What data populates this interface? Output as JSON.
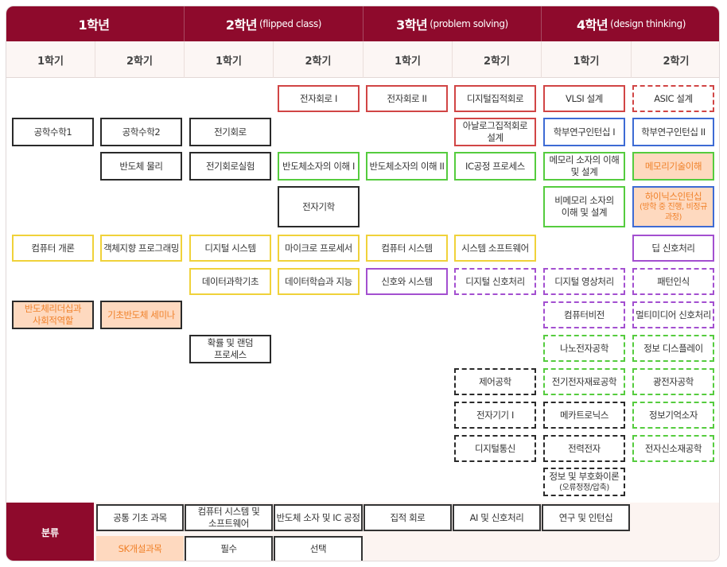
{
  "years": [
    {
      "name": "1학년",
      "sub": ""
    },
    {
      "name": "2학년",
      "sub": "(flipped class)"
    },
    {
      "name": "3학년",
      "sub": "(problem solving)"
    },
    {
      "name": "4학년",
      "sub": "(design thinking)"
    }
  ],
  "semesters": [
    "1학기",
    "2학기",
    "1학기",
    "2학기",
    "1학기",
    "2학기",
    "1학기",
    "2학기"
  ],
  "courses": {
    "c_math1": "공학수학1",
    "c_math2": "공학수학2",
    "c_semi_phys": "반도체 물리",
    "c_comp_intro": "컴퓨터 개론",
    "c_oop": "객체지향 프로그래밍",
    "c_leader1": "반도체리더십과",
    "c_leader2": "사회적역할",
    "c_seminar": "기초반도체 세미나",
    "c_elec1": "전자회로 I",
    "c_circuit": "전기회로",
    "c_circuit_lab": "전기회로실험",
    "c_device1": "반도체소자의 이해 I",
    "c_emag": "전자기학",
    "c_digital_sys": "디지털 시스템",
    "c_micro": "마이크로 프로세서",
    "c_datasci": "데이터과학기초",
    "c_datalearn": "데이터학습과 지능",
    "c_prob1": "확률 및 랜덤",
    "c_prob2": "프로세스",
    "c_elec2": "전자회로 II",
    "c_dic": "디지털집적회로",
    "c_analog1": "아날로그집적회로",
    "c_analog2": "설계",
    "c_device2": "반도체소자의 이해 II",
    "c_icproc": "IC공정 프로세스",
    "c_comp_sys": "컴퓨터 시스템",
    "c_sys_sw": "시스템 소프트웨어",
    "c_signal_sys": "신호와 시스템",
    "c_dsp": "디지털 신호처리",
    "c_control": "제어공학",
    "c_elecmach": "전자기기 I",
    "c_digicomm": "디지털통신",
    "c_vlsi": "VLSI 설계",
    "c_asic": "ASIC 설계",
    "c_intern1": "학부연구인턴십 I",
    "c_intern2": "학부연구인턴십 II",
    "c_mem1": "메모리 소자의 이해",
    "c_mem2": "및 설계",
    "c_memtech": "메모리기술이해",
    "c_nonmem1": "비메모리 소자의",
    "c_nonmem2": "이해 및 설계",
    "c_hynix": "하이닉스인턴십",
    "c_hynix_sub1": "(방학 중 진행, 비정규",
    "c_hynix_sub2": "과정)",
    "c_deep": "딥 신호처리",
    "c_dip": "디지털 영상처리",
    "c_pattern": "패턴인식",
    "c_vision": "컴퓨터비전",
    "c_multimedia": "멀티미디어 신호처리",
    "c_nano": "나노전자공학",
    "c_display": "정보 디스플레이",
    "c_material": "전기전자재료공학",
    "c_opto": "광전자공학",
    "c_mecha": "메카트로닉스",
    "c_infostore": "정보기억소자",
    "c_power": "전력전자",
    "c_newmat": "전자신소재공학",
    "c_infotheory1": "정보 및 부호화이론",
    "c_infotheory2": "(오류정정/압축)"
  },
  "legend": {
    "label": "분류",
    "common": "공통 기초 과목",
    "sk": "SK개설과목",
    "cs1": "컴퓨터 시스템 및",
    "cs2": "소프트웨어",
    "required": "필수",
    "device": "반도체 소자 및 IC 공정",
    "elective": "선택",
    "ic": "집적 회로",
    "ai": "AI 및 신호처리",
    "research": "연구 및 인턴십"
  },
  "colors": {
    "header": "#8e0a2c",
    "black": "#2a2a2a",
    "red": "#d14545",
    "green": "#55cc3e",
    "yellow": "#f0d23a",
    "purple": "#a34fd0",
    "blue": "#3d6bd4",
    "sk_fill": "#fed9bf",
    "sk_text": "#f0812a"
  }
}
